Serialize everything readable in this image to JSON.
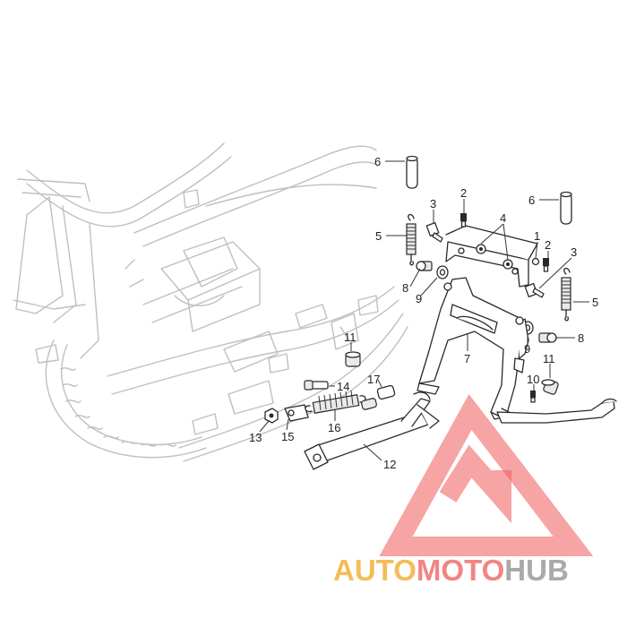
{
  "callouts": [
    {
      "id": "c6a",
      "label": "6"
    },
    {
      "id": "c6b",
      "label": "6"
    },
    {
      "id": "c2a",
      "label": "2"
    },
    {
      "id": "c2b",
      "label": "2"
    },
    {
      "id": "c3a",
      "label": "3"
    },
    {
      "id": "c3b",
      "label": "3"
    },
    {
      "id": "c4",
      "label": "4"
    },
    {
      "id": "c5a",
      "label": "5"
    },
    {
      "id": "c5b",
      "label": "5"
    },
    {
      "id": "c1",
      "label": "1"
    },
    {
      "id": "c8a",
      "label": "8"
    },
    {
      "id": "c8b",
      "label": "8"
    },
    {
      "id": "c9a",
      "label": "9"
    },
    {
      "id": "c9b",
      "label": "9"
    },
    {
      "id": "c7",
      "label": "7"
    },
    {
      "id": "c11a",
      "label": "11"
    },
    {
      "id": "c11b",
      "label": "11"
    },
    {
      "id": "c10",
      "label": "10"
    },
    {
      "id": "c14",
      "label": "14"
    },
    {
      "id": "c17",
      "label": "17"
    },
    {
      "id": "c16",
      "label": "16"
    },
    {
      "id": "c13",
      "label": "13"
    },
    {
      "id": "c15",
      "label": "15"
    },
    {
      "id": "c12",
      "label": "12"
    }
  ],
  "watermark": {
    "text_auto": "AUTO",
    "text_moto": "MOTO",
    "text_hub": "HUB",
    "color_auto": "#f2b13b",
    "color_moto": "#ef6f6f",
    "color_hub": "#9a9a9a",
    "logo_color": "#ef5a5a"
  }
}
